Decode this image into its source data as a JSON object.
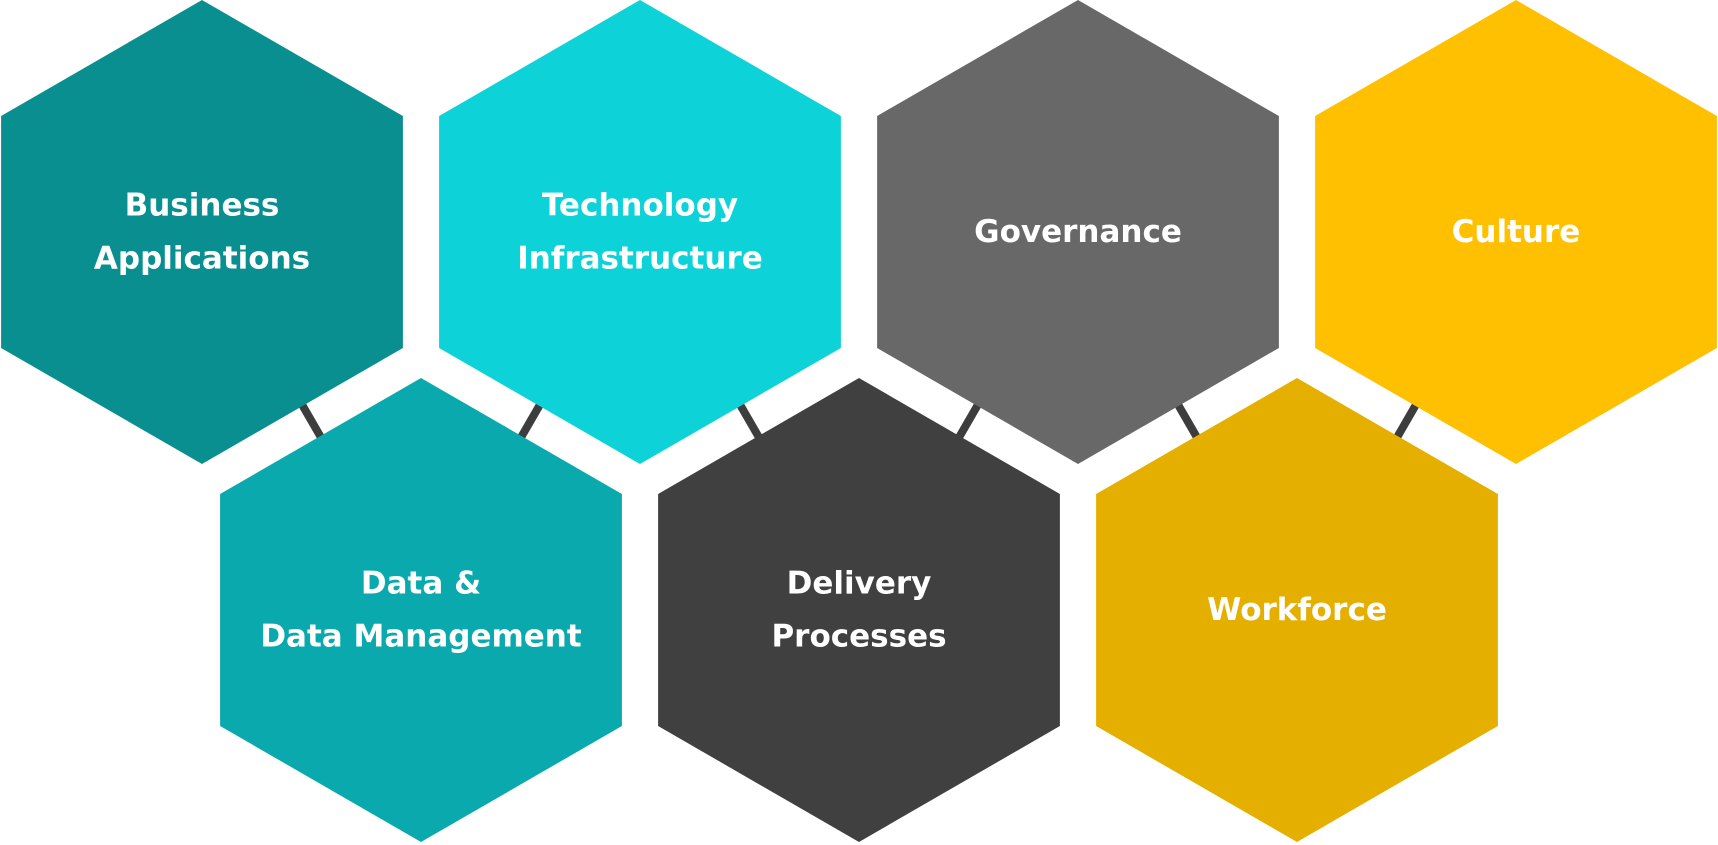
{
  "colors": {
    "business_applications": "#0a8f91",
    "technology_infrastructure": "#0dd3d8",
    "governance": "#686868",
    "culture": "#fec000",
    "data_management": "#0aa9ad",
    "delivery_processes": "#404040",
    "workforce": "#e5af00",
    "connector": "#3d3d3d"
  },
  "hexagons": [
    {
      "id": "business-applications",
      "lines": [
        "Business",
        "Applications"
      ],
      "color_key": "business_applications"
    },
    {
      "id": "technology-infrastructure",
      "lines": [
        "Technology",
        "Infrastructure"
      ],
      "color_key": "technology_infrastructure"
    },
    {
      "id": "governance",
      "lines": [
        "Governance"
      ],
      "color_key": "governance"
    },
    {
      "id": "culture",
      "lines": [
        "Culture"
      ],
      "color_key": "culture"
    },
    {
      "id": "data-management",
      "lines": [
        "Data &",
        "Data Management"
      ],
      "color_key": "data_management"
    },
    {
      "id": "delivery-processes",
      "lines": [
        "Delivery",
        "Processes"
      ],
      "color_key": "delivery_processes"
    },
    {
      "id": "workforce",
      "lines": [
        "Workforce"
      ],
      "color_key": "workforce"
    }
  ]
}
